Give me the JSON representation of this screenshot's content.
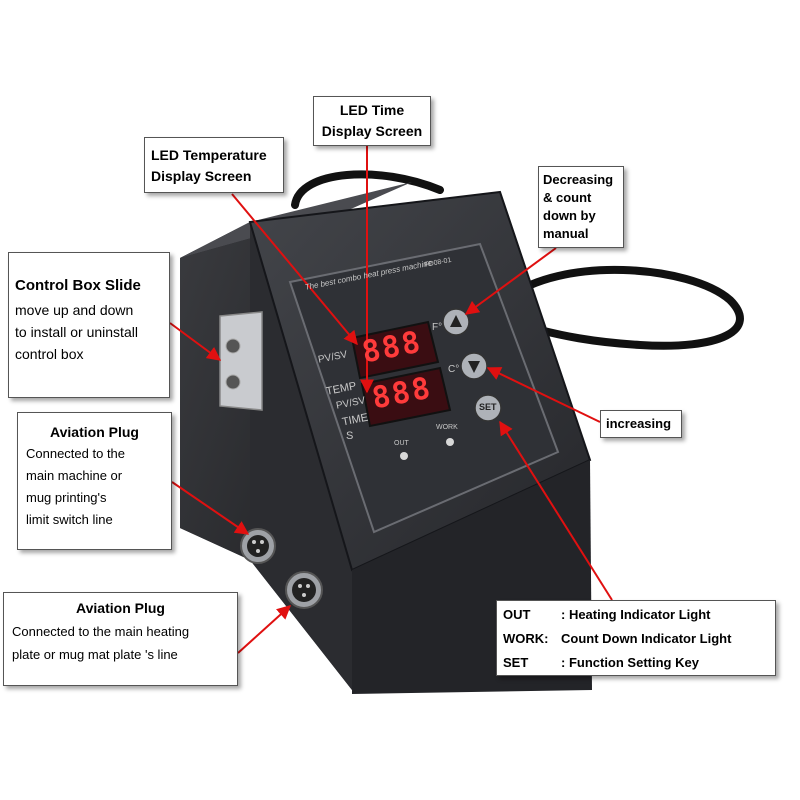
{
  "callouts": {
    "led_time": [
      "LED Time",
      "Display Screen"
    ],
    "led_temp": [
      "LED Temperature",
      "Display Screen"
    ],
    "decreasing": [
      "Decreasing",
      "& count",
      "down by",
      "manual"
    ],
    "slide": {
      "title": "Control Box Slide",
      "lines": [
        "move up and down",
        "to install or uninstall",
        "control box"
      ]
    },
    "increasing": "increasing",
    "plug1": {
      "title": "Aviation Plug",
      "lines": [
        "Connected to the",
        "main machine or",
        "mug printing's",
        "limit switch line"
      ]
    },
    "plug2": {
      "title": "Aviation Plug",
      "lines": [
        "Connected to the main heating",
        "plate or mug mat plate 's line"
      ]
    },
    "legend": [
      {
        "key": "OUT",
        "value": ": Heating Indicator Light"
      },
      {
        "key": "WORK:",
        "value": "Count Down Indicator Light"
      },
      {
        "key": "SET",
        "value": ": Function Setting Key"
      }
    ]
  },
  "panel": {
    "brand": "The best combo heat press machine",
    "model": "FD08-01",
    "pv_sv_top": "PV/SV",
    "temp": "TEMP",
    "pv_sv_bottom": "PV/SV",
    "time": "TIME",
    "s": "S",
    "f_unit": "F°",
    "c_unit": "C°",
    "digits_top": "888",
    "digits_bottom": "888",
    "out": "OUT",
    "work": "WORK",
    "set": "SET"
  },
  "colors": {
    "arrow": "#e01010",
    "body": "#2a2b2e",
    "panel": "#2f3136",
    "display": "#3a0d12",
    "digit": "#ff3b3b"
  }
}
